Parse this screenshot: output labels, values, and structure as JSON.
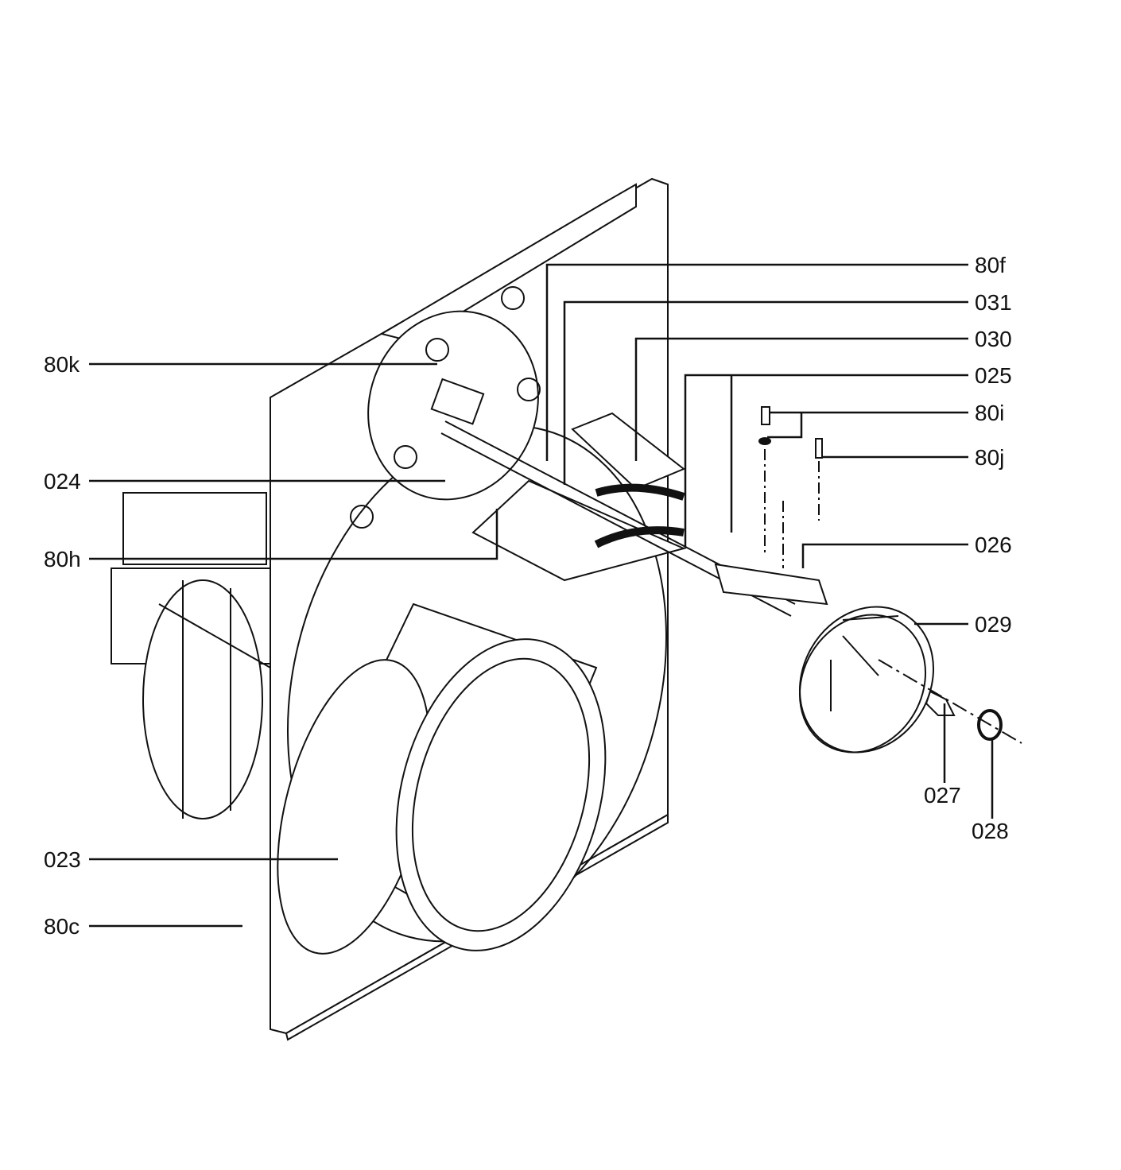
{
  "diagram": {
    "type": "exploded parts diagram",
    "callouts_right": [
      "80f",
      "031",
      "030",
      "025",
      "80i",
      "80j",
      "026",
      "029"
    ],
    "callouts_bottom": [
      "027",
      "028"
    ],
    "callouts_left": [
      "80k",
      "024",
      "80h",
      "023",
      "80c"
    ]
  }
}
